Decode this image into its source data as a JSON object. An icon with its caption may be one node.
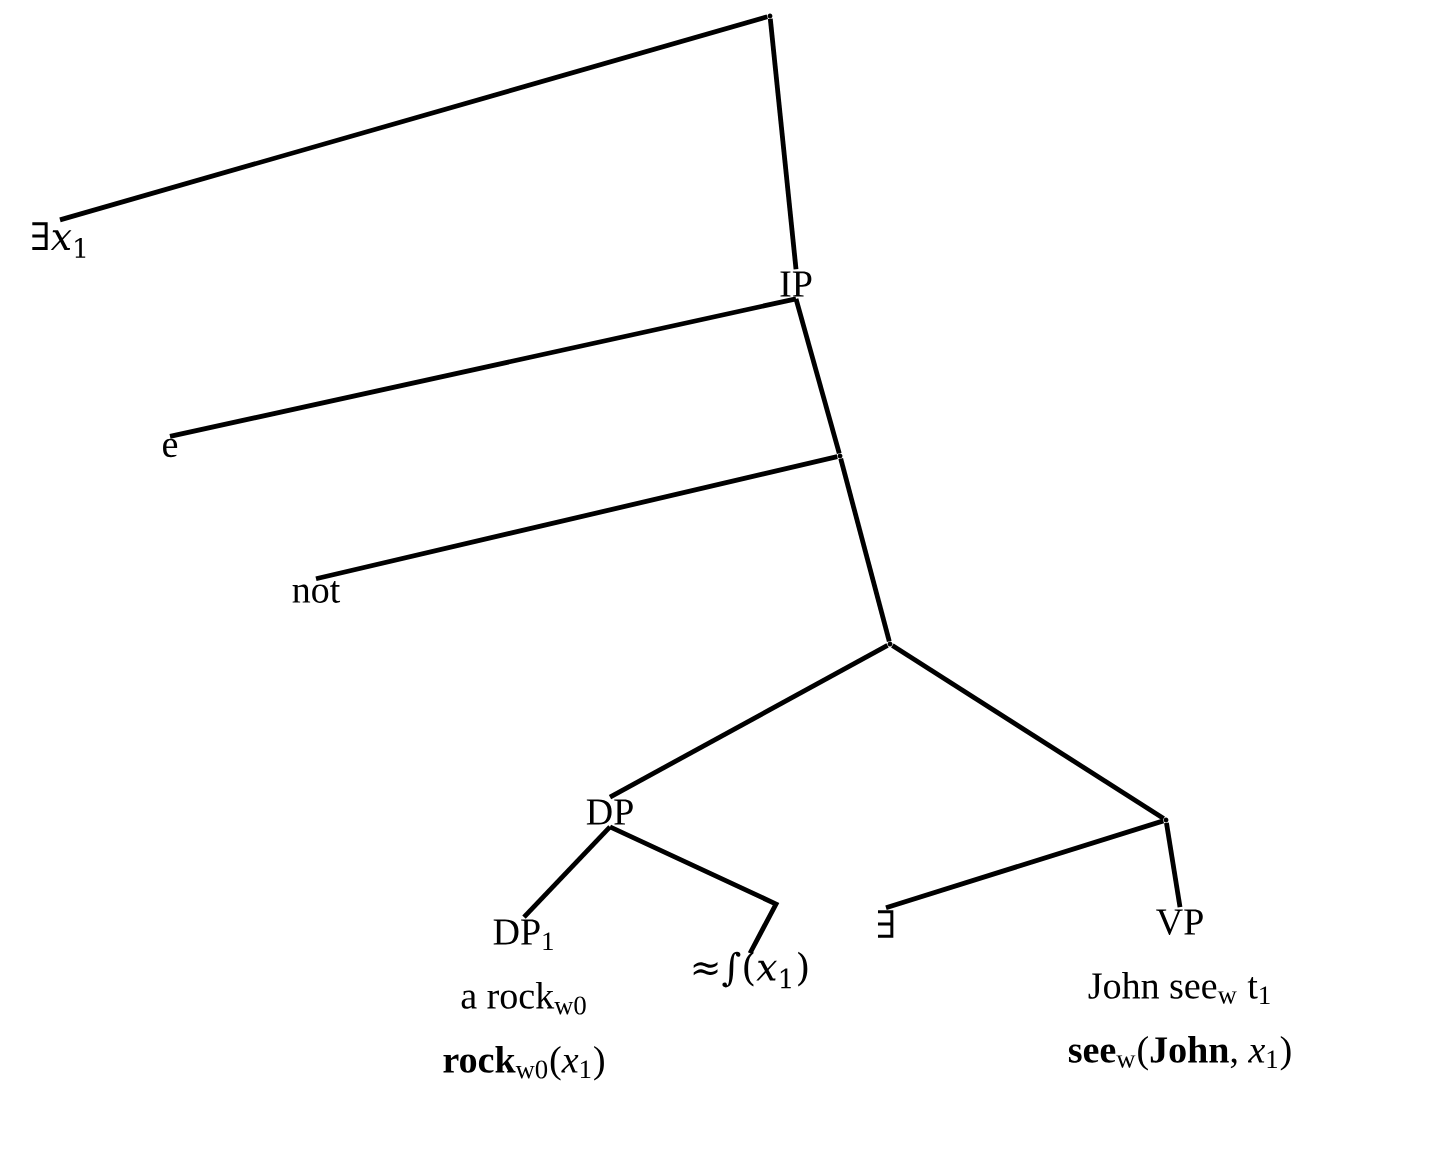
{
  "diagram": {
    "nodes": [
      {
        "text": [],
        "shape": "point"
      },
      {
        "text": [
          "∃*x*$_{1}$"
        ]
      },
      {
        "text": [
          "IP"
        ]
      },
      {
        "text": [
          "e"
        ]
      },
      {
        "text": [],
        "shape": "point"
      },
      {
        "text": [
          "not"
        ]
      },
      {
        "text": [],
        "shape": "point"
      },
      {
        "text": [
          "DP"
        ]
      },
      {
        "text": [],
        "shape": "point"
      },
      {
        "text": [
          "DP$_{1}$",
          "a rock$_{w0}$",
          "**rock**$_{w0}$(*x*$_{1}$)"
        ]
      },
      {
        "text": [
          "≈∫(*x*$_{1}$)"
        ]
      },
      {
        "text": [
          "∃"
        ]
      },
      {
        "text": [
          "VP",
          "John see$_{w}$ t$_{1}$",
          "**see**$_{w}$(**John**, *x*$_{1}$)"
        ]
      }
    ],
    "edges": [
      {
        "from": 0,
        "to": 1,
        "arrow": "none"
      },
      {
        "from": 0,
        "to": 2,
        "arrow": "none"
      },
      {
        "from": 2,
        "to": 3,
        "arrow": "none"
      },
      {
        "from": 2,
        "to": 4,
        "arrow": "none"
      },
      {
        "from": 4,
        "to": 5,
        "arrow": "none"
      },
      {
        "from": 4,
        "to": 6,
        "arrow": "none"
      },
      {
        "from": 6,
        "to": 7,
        "arrow": "none"
      },
      {
        "from": 6,
        "to": 8,
        "arrow": "none"
      },
      {
        "from": 7,
        "to": 9,
        "arrow": "none"
      },
      {
        "from": 7,
        "to": 10,
        "arrow": "none"
      },
      {
        "from": 8,
        "to": 11,
        "arrow": "none"
      },
      {
        "from": 8,
        "to": 12,
        "arrow": "none"
      }
    ]
  }
}
